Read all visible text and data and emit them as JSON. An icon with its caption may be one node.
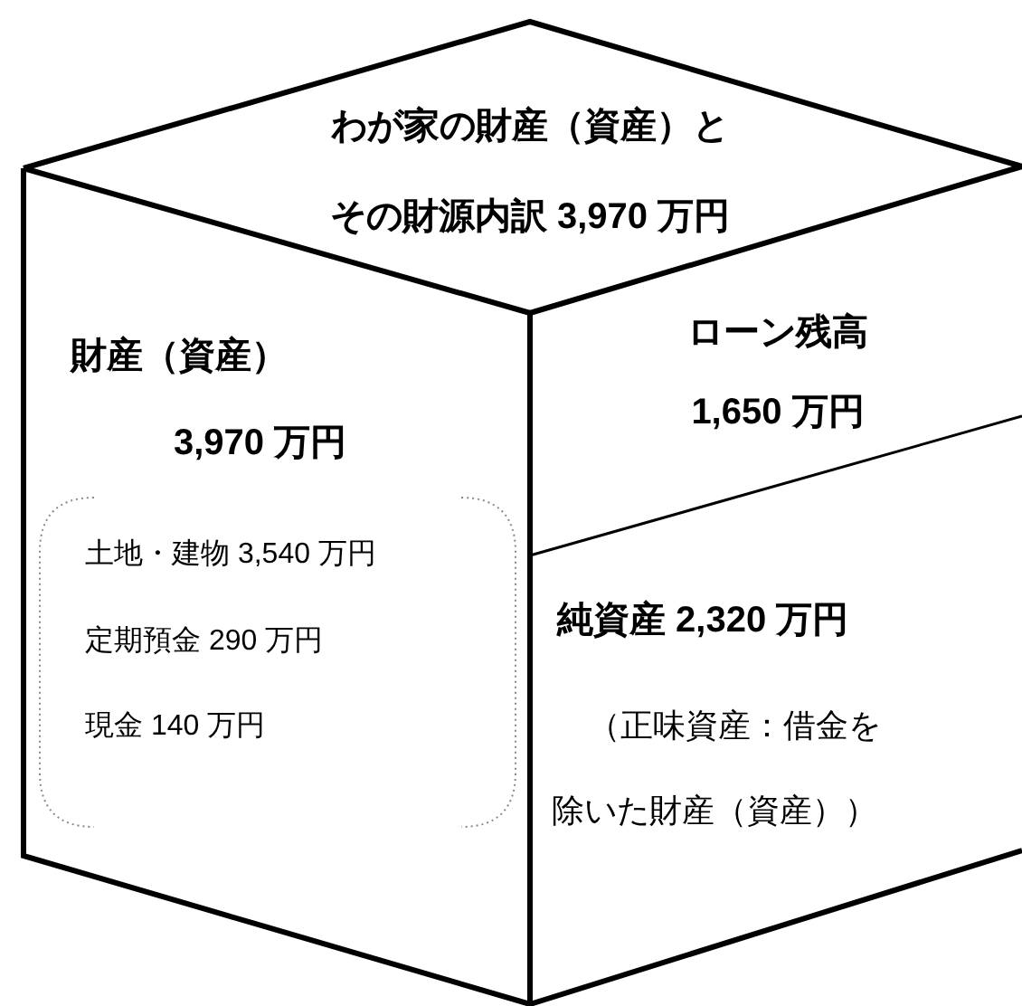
{
  "diagram": {
    "nodes": [
      {
        "text": [
          "わが家の財産（資産）とその財源内訳 3,970 万円"
        ]
      },
      {
        "text": [
          "財産（資産）",
          "3,970 万円"
        ]
      },
      {
        "text": [
          "土地・建物 3,540 万円",
          "定期預金 290 万円",
          "現金 140 万円"
        ],
        "in": 1
      },
      {
        "text": [
          "ローン残高",
          "1,650 万円"
        ]
      },
      {
        "text": [
          "純資産 2,320 万円",
          "（正味資産：借金を除いた財産（資産））"
        ]
      }
    ]
  }
}
